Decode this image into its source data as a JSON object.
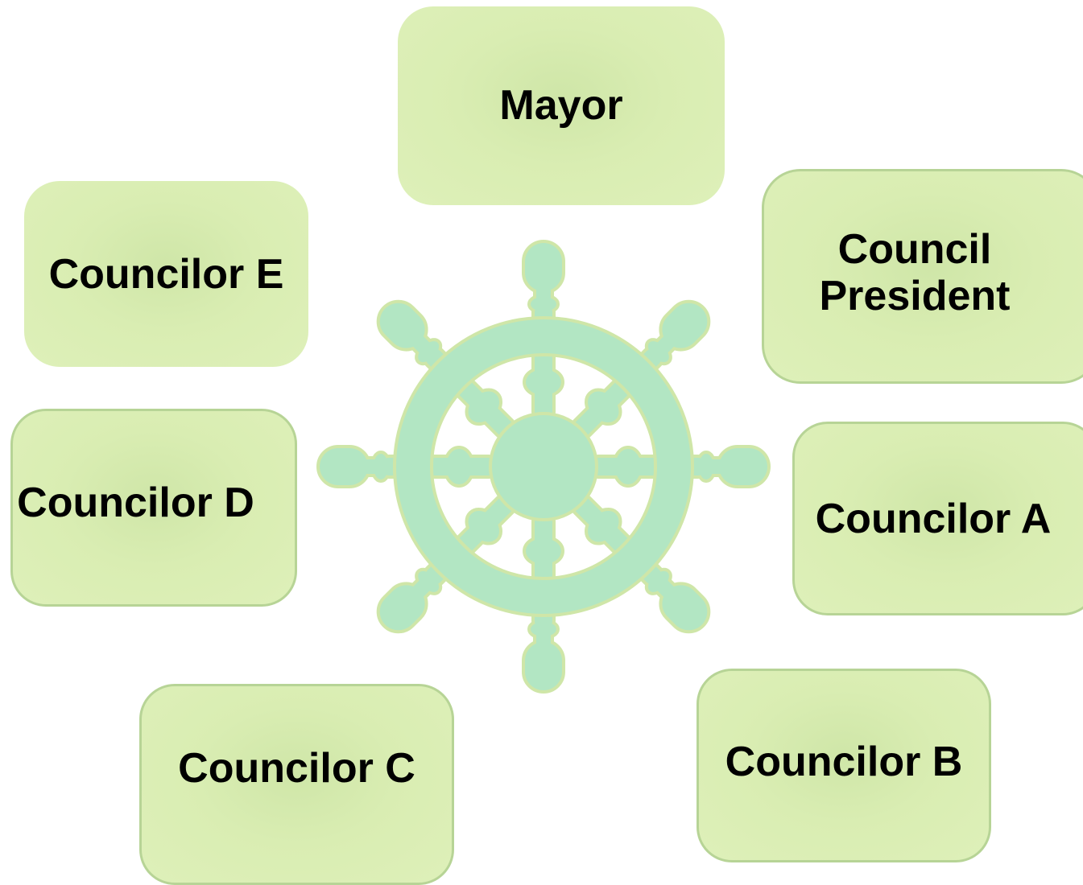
{
  "diagram": {
    "nodes": [
      {
        "id": "mayor",
        "label": "Mayor"
      },
      {
        "id": "council-president",
        "label": "Council\nPresident"
      },
      {
        "id": "councilor-a",
        "label": "Councilor A"
      },
      {
        "id": "councilor-b",
        "label": "Councilor B"
      },
      {
        "id": "councilor-c",
        "label": "Councilor C"
      },
      {
        "id": "councilor-d",
        "label": "Councilor D"
      },
      {
        "id": "councilor-e",
        "label": "Councilor E"
      }
    ],
    "center_icon": "ship-wheel-icon",
    "colors": {
      "box_fill": "#d9edb2",
      "box_border": "#b7d496",
      "wheel_fill": "#b2e6c3",
      "wheel_outline": "#cfe6a8",
      "text": "#000000"
    }
  }
}
